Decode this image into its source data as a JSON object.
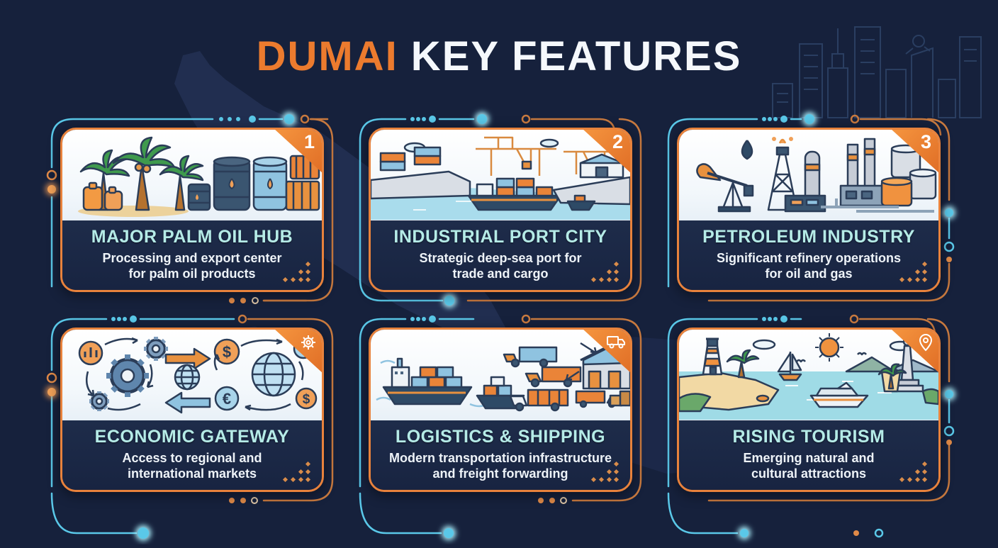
{
  "title": {
    "highlight": "DUMAI",
    "rest": " KEY FEATURES"
  },
  "colors": {
    "background": "#16213c",
    "accent_orange": "#ec7b2e",
    "accent_teal": "#b5ebe7",
    "card_border": "#e8823c",
    "circuit_cyan": "#5ac8e8",
    "circuit_orange": "#c97a3f",
    "card_text_bg": "#1b2742"
  },
  "cards": [
    {
      "badge": "1",
      "badge_icon": null,
      "illustration": "palm-trees-oil-barrels",
      "title": "MAJOR PALM OIL HUB",
      "description_line1": "Processing and export center",
      "description_line2": "for palm oil products"
    },
    {
      "badge": "2",
      "badge_icon": null,
      "illustration": "seaport-cranes-cargo-ships",
      "title": "INDUSTRIAL PORT CITY",
      "description_line1": "Strategic deep-sea port for",
      "description_line2": "trade and cargo"
    },
    {
      "badge": "3",
      "badge_icon": null,
      "illustration": "oil-pump-refinery-tanks",
      "title": "PETROLEUM INDUSTRY",
      "description_line1": "Significant refinery operations",
      "description_line2": "for oil and gas"
    },
    {
      "badge": "",
      "badge_icon": "gear-icon",
      "illustration": "gears-globe-currency-exchange",
      "title": "ECONOMIC GATEWAY",
      "description_line1": "Access to regional and",
      "description_line2": "international markets"
    },
    {
      "badge": "",
      "badge_icon": "truck-icon",
      "illustration": "ships-trucks-warehouse",
      "title": "LOGISTICS & SHIPPING",
      "description_line1": "Modern transportation infrastructure",
      "description_line2": "and freight forwarding"
    },
    {
      "badge": "",
      "badge_icon": "location-pin-icon",
      "illustration": "beach-lighthouse-boats-monument",
      "title": "RISING TOURISM",
      "description_line1": "Emerging natural and",
      "description_line2": "cultural attractions"
    }
  ]
}
